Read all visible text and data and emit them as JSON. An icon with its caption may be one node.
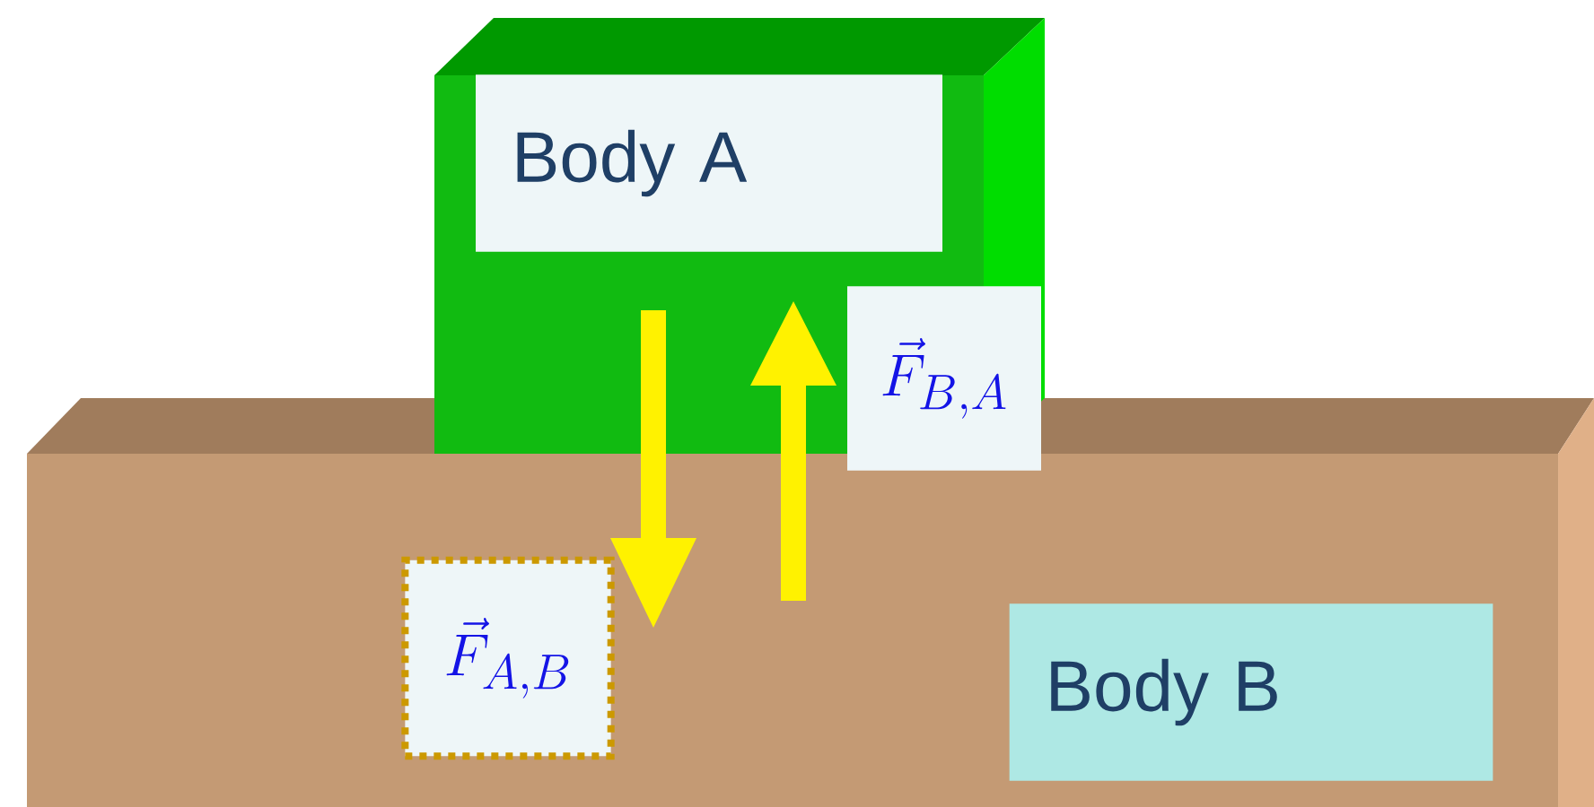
{
  "diagram": {
    "nodes": [
      {
        "text": [
          "Body A"
        ]
      },
      {
        "text": [
          "Body B"
        ]
      }
    ],
    "labels": [
      "\\vec{F}_{A,B}",
      "\\vec{F}_{B,A}"
    ]
  }
}
